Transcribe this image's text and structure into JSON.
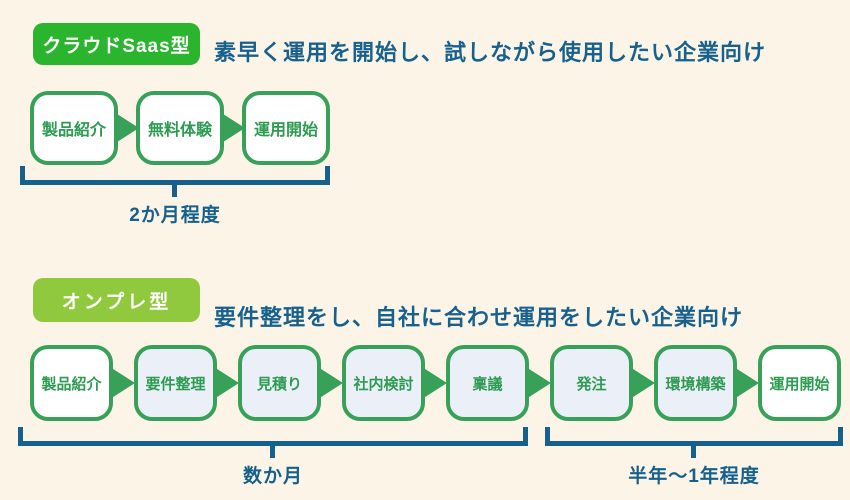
{
  "colors": {
    "background": "#FCF4E6",
    "saas_badge_green": "#2BB42E",
    "onpremise_badge_green": "#90C93E",
    "flow_green": "#38A159",
    "heading_blue": "#17618E",
    "step_fill_white": "#FFFFFF",
    "step_fill_light_blue": "#EAEFF8"
  },
  "sections": [
    {
      "badge_label": "クラウドSaas型",
      "heading": "素早く運用を開始し、試しながら使用したい企業向け",
      "steps": [
        "製品紹介",
        "無料体験",
        "運用開始"
      ],
      "duration_labels": [
        "2か月程度"
      ]
    },
    {
      "badge_label": "オンプレ型",
      "heading": "要件整理をし、自社に合わせ運用をしたい企業向け",
      "steps": [
        "製品紹介",
        "要件整理",
        "見積り",
        "社内検討",
        "稟議",
        "発注",
        "環境構築",
        "運用開始"
      ],
      "duration_labels": [
        "数か月",
        "半年〜1年程度"
      ]
    }
  ]
}
